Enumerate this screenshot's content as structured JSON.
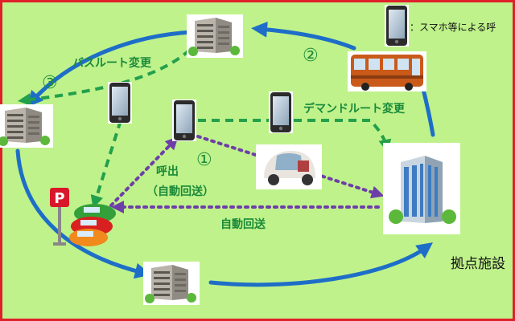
{
  "labels": {
    "route_change_bus": "バスルート変更",
    "route_change_demand": "デマンドルート変更",
    "call": "呼出",
    "auto_return_paren": "（自動回送）",
    "auto_return": "自動回送",
    "base_facility": "拠点施設",
    "smartphone_note": "：スマホ等による呼"
  },
  "markers": {
    "one": "①",
    "two": "②",
    "three": "③"
  },
  "icons": {
    "building": "building-icon",
    "office_tower": "office-tower-icon",
    "smartphone": "smartphone-icon",
    "bus": "bus-icon",
    "micro_ev": "micro-ev-icon",
    "parking": "parking-sign-icon",
    "cars": "parked-cars-icon"
  },
  "colors": {
    "background": "#BFF28B",
    "border": "#E0202A",
    "solid_route": "#1E6EC8",
    "dashed_route": "#23A04B",
    "dotted_route": "#6E3EA8",
    "label_text": "#1A8A3A",
    "marker_text": "#1A8A3A"
  }
}
